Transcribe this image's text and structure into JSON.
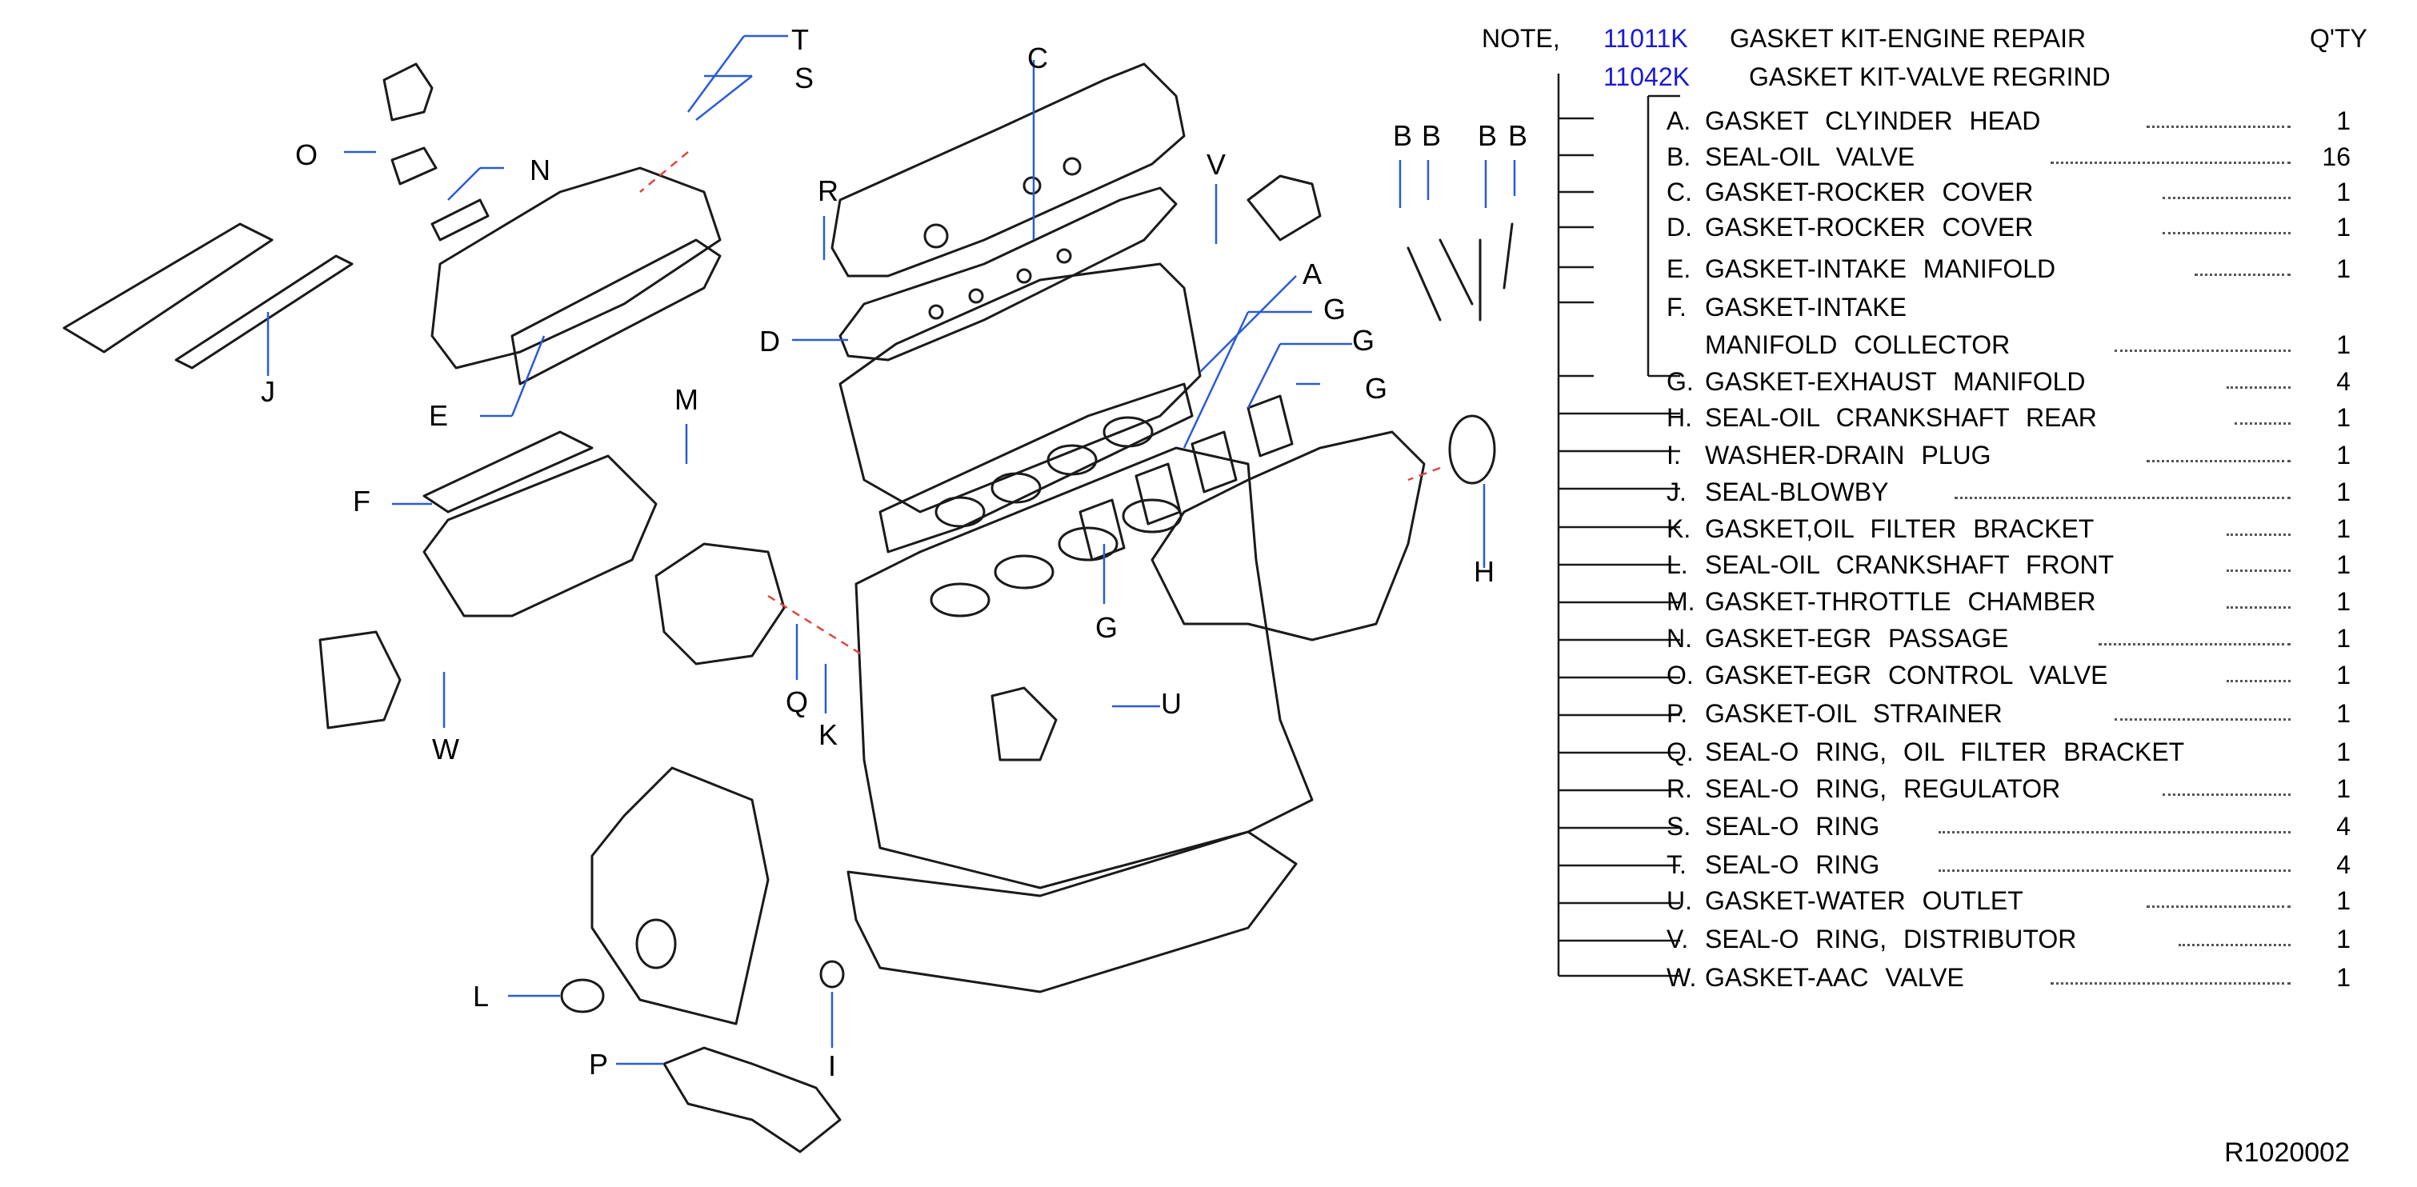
{
  "note": {
    "label": "NOTE,",
    "kits": [
      {
        "code": "11011K",
        "name": "GASKET  KIT-ENGINE  REPAIR"
      },
      {
        "code": "11042K",
        "name": "GASKET  KIT-VALVE  REGRIND"
      }
    ],
    "qty_header": "Q'TY"
  },
  "parts": [
    {
      "letter": "A.",
      "name": "GASKET  CLYINDER  HEAD",
      "qty": "1"
    },
    {
      "letter": "B.",
      "name": "SEAL-OIL  VALVE",
      "qty": "16"
    },
    {
      "letter": "C.",
      "name": "GASKET-ROCKER  COVER",
      "qty": "1"
    },
    {
      "letter": "D.",
      "name": "GASKET-ROCKER  COVER",
      "qty": "1"
    },
    {
      "letter": "E.",
      "name": "GASKET-INTAKE  MANIFOLD",
      "qty": "1"
    },
    {
      "letter": "F.",
      "name": "GASKET-INTAKE",
      "qty": ""
    },
    {
      "letter": "",
      "name": "MANIFOLD  COLLECTOR",
      "qty": "1"
    },
    {
      "letter": "G.",
      "name": "GASKET-EXHAUST  MANIFOLD",
      "qty": "4"
    },
    {
      "letter": "H.",
      "name": "SEAL-OIL  CRANKSHAFT  REAR",
      "qty": "1"
    },
    {
      "letter": "I.",
      "name": "WASHER-DRAIN  PLUG",
      "qty": "1"
    },
    {
      "letter": "J.",
      "name": "SEAL-BLOWBY",
      "qty": "1"
    },
    {
      "letter": "K.",
      "name": "GASKET,OIL  FILTER  BRACKET",
      "qty": "1"
    },
    {
      "letter": "L.",
      "name": "SEAL-OIL  CRANKSHAFT  FRONT",
      "qty": "1"
    },
    {
      "letter": "M.",
      "name": "GASKET-THROTTLE  CHAMBER",
      "qty": "1"
    },
    {
      "letter": "N.",
      "name": "GASKET-EGR  PASSAGE",
      "qty": "1"
    },
    {
      "letter": "O.",
      "name": "GASKET-EGR  CONTROL  VALVE",
      "qty": "1"
    },
    {
      "letter": "P.",
      "name": "GASKET-OIL  STRAINER",
      "qty": "1"
    },
    {
      "letter": "Q.",
      "name": "SEAL-O  RING,  OIL  FILTER  BRACKET",
      "qty": "1"
    },
    {
      "letter": "R.",
      "name": "SEAL-O  RING,  REGULATOR",
      "qty": "1"
    },
    {
      "letter": "S.",
      "name": "SEAL-O  RING",
      "qty": "4"
    },
    {
      "letter": "T.",
      "name": "SEAL-O  RING",
      "qty": "4"
    },
    {
      "letter": "U.",
      "name": "GASKET-WATER  OUTLET",
      "qty": "1"
    },
    {
      "letter": "V.",
      "name": "SEAL-O  RING,  DISTRIBUTOR",
      "qty": "1"
    },
    {
      "letter": "W.",
      "name": "GASKET-AAC  VALVE",
      "qty": "1"
    }
  ],
  "callouts": [
    "T",
    "S",
    "C",
    "O",
    "N",
    "R",
    "V",
    "B",
    "B",
    "B",
    "B",
    "A",
    "G",
    "G",
    "D",
    "G",
    "J",
    "E",
    "M",
    "F",
    "H",
    "G",
    "Q",
    "K",
    "U",
    "W",
    "L",
    "P",
    "I"
  ],
  "part_number": "R1020002",
  "colors": {
    "kit_code": "#1a1ad6",
    "leader_line": "#2a5bd7",
    "mating_line": "#e0463c",
    "drawing": "#1a1a1a"
  }
}
